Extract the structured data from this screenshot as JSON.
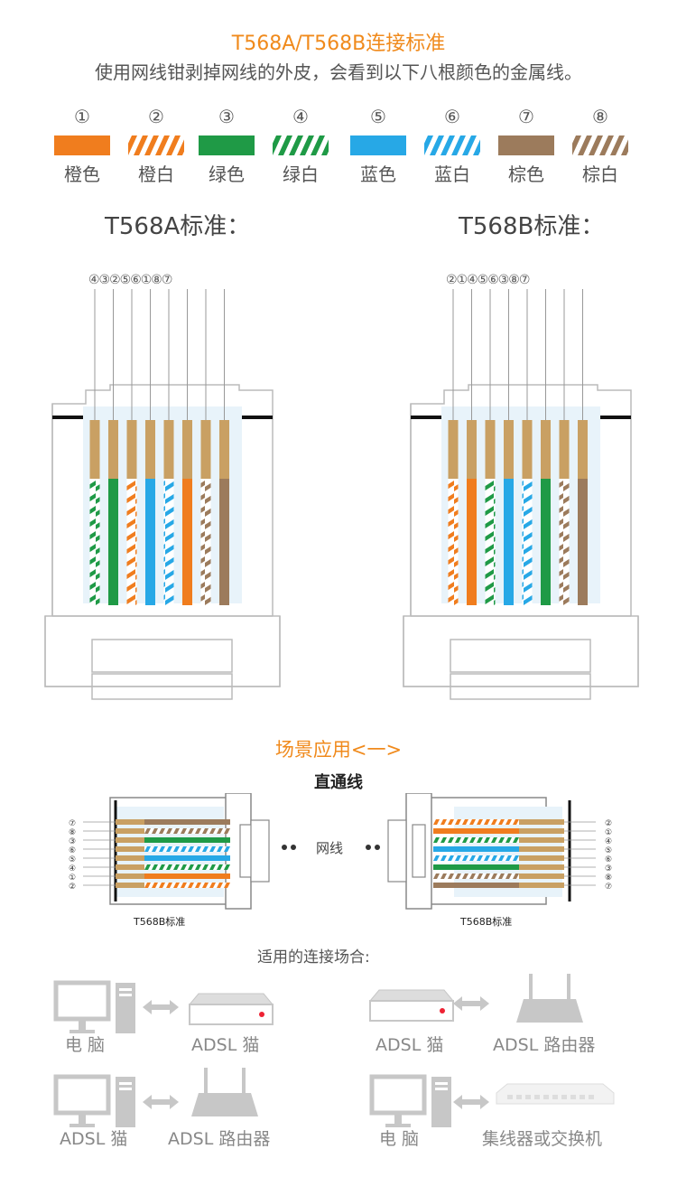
{
  "header": {
    "title": "T568A/T568B连接标准",
    "subtitle": "使用网线钳剥掉网线的外皮，会看到以下八根颜色的金属线。"
  },
  "wires": [
    {
      "num": "①",
      "name": "橙色",
      "color": "#f07d1e",
      "striped": false
    },
    {
      "num": "②",
      "name": "橙白",
      "color": "#f07d1e",
      "striped": true
    },
    {
      "num": "③",
      "name": "绿色",
      "color": "#1f9a46",
      "striped": false
    },
    {
      "num": "④",
      "name": "绿白",
      "color": "#1f9a46",
      "striped": true
    },
    {
      "num": "⑤",
      "name": "蓝色",
      "color": "#27a8e6",
      "striped": false
    },
    {
      "num": "⑥",
      "name": "蓝白",
      "color": "#27a8e6",
      "striped": true
    },
    {
      "num": "⑦",
      "name": "棕色",
      "color": "#9c7b5c",
      "striped": false
    },
    {
      "num": "⑧",
      "name": "棕白",
      "color": "#9c7b5c",
      "striped": true
    }
  ],
  "standards": {
    "a": {
      "title": "T568A标准：",
      "order_label": "④③②⑤⑥①⑧⑦",
      "order": [
        4,
        3,
        2,
        5,
        6,
        1,
        8,
        7
      ]
    },
    "b": {
      "title": "T568B标准：",
      "order_label": "②①④⑤⑥③⑧⑦",
      "order": [
        2,
        1,
        4,
        5,
        6,
        3,
        8,
        7
      ]
    }
  },
  "scene": {
    "title": "场景应用<一>",
    "subtitle": "直通线",
    "cable_label": "网线",
    "left_plug_label": "T568B标准",
    "right_plug_label": "T568B标准",
    "left_pin_nums": [
      "⑦",
      "⑧",
      "③",
      "⑥",
      "⑤",
      "④",
      "①",
      "②"
    ],
    "right_pin_nums": [
      "②",
      "①",
      "④",
      "⑤",
      "⑥",
      "③",
      "⑧",
      "⑦"
    ],
    "applicable_title": "适用的连接场合:"
  },
  "connections": [
    {
      "left": "电  脑",
      "right": "ADSL 猫"
    },
    {
      "left": "ADSL 猫",
      "right": "ADSL 路由器"
    },
    {
      "left": "ADSL 猫",
      "right": "ADSL 路由器"
    },
    {
      "left": "电  脑",
      "right": "集线器或交换机"
    }
  ]
}
